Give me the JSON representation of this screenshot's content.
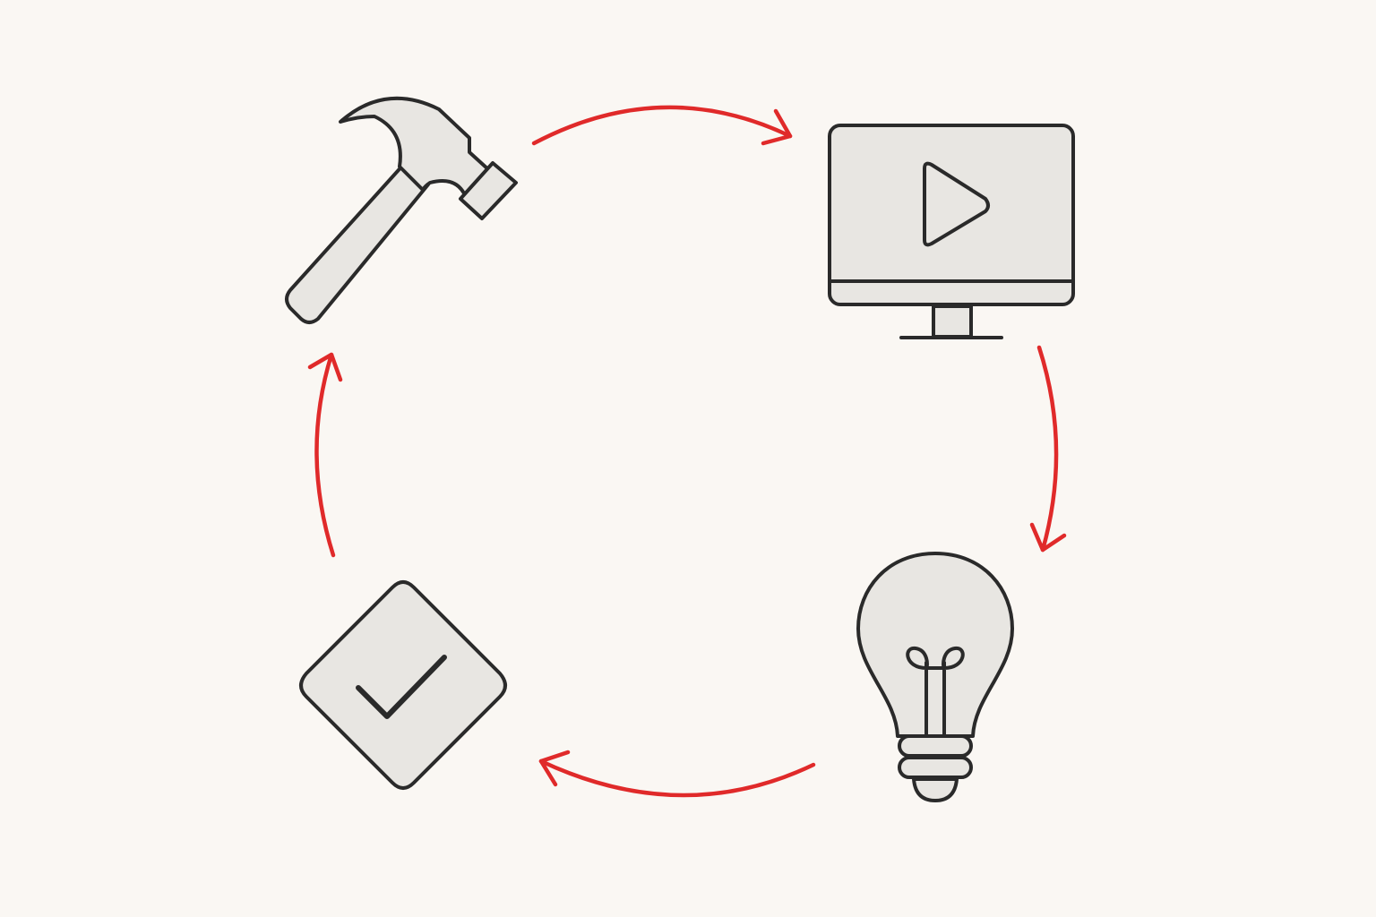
{
  "diagram": {
    "type": "cycle",
    "nodes": [
      {
        "id": "build",
        "icon": "hammer-icon"
      },
      {
        "id": "deploy",
        "icon": "monitor-play-icon"
      },
      {
        "id": "learn",
        "icon": "lightbulb-icon"
      },
      {
        "id": "validate",
        "icon": "checkmark-diamond-icon"
      }
    ],
    "edges": [
      {
        "from": "build",
        "to": "deploy",
        "direction": "clockwise"
      },
      {
        "from": "deploy",
        "to": "learn",
        "direction": "clockwise"
      },
      {
        "from": "learn",
        "to": "validate",
        "direction": "clockwise"
      },
      {
        "from": "validate",
        "to": "build",
        "direction": "clockwise"
      }
    ]
  },
  "colors": {
    "background": "#faf7f3",
    "arrow": "#e02a2a",
    "icon_stroke": "#2a2a2a",
    "icon_fill": "#e8e6e2"
  }
}
